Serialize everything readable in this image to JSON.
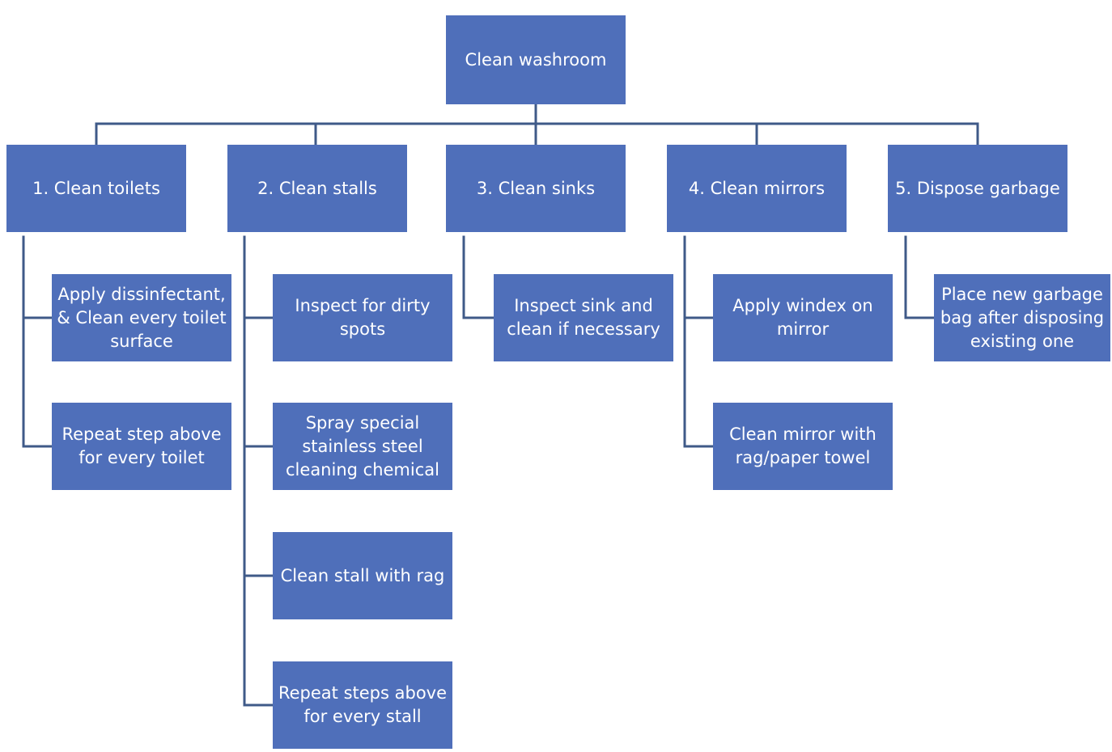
{
  "root": {
    "label": "Clean washroom"
  },
  "tasks": [
    {
      "label": "1. Clean toilets",
      "steps": [
        "Apply dissinfectant, & Clean every toilet surface",
        "Repeat step above for every toilet"
      ]
    },
    {
      "label": "2. Clean stalls",
      "steps": [
        "Inspect for dirty spots",
        "Spray special stainless steel cleaning chemical",
        "Clean stall with rag",
        "Repeat steps above for every stall"
      ]
    },
    {
      "label": "3. Clean sinks",
      "steps": [
        "Inspect sink and clean if necessary"
      ]
    },
    {
      "label": "4. Clean mirrors",
      "steps": [
        "Apply windex on mirror",
        "Clean mirror with rag/paper towel"
      ]
    },
    {
      "label": "5. Dispose garbage",
      "steps": [
        "Place new garbage bag after disposing existing one"
      ]
    }
  ],
  "colors": {
    "box_fill": "#4f6fba",
    "connector": "#3f5a88",
    "text": "#ffffff",
    "background": "#ffffff"
  }
}
